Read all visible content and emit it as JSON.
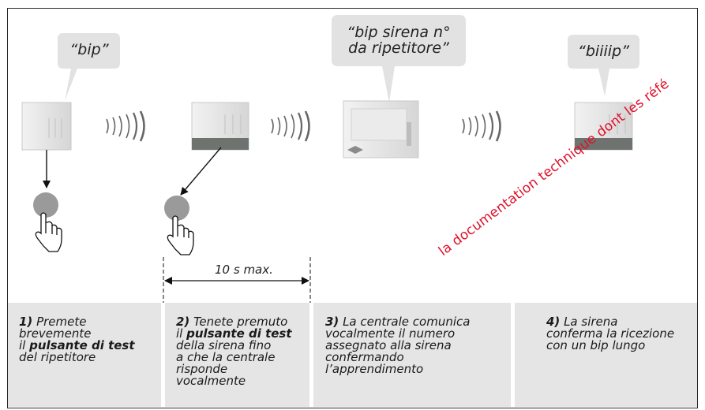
{
  "bubbles": [
    {
      "lines": [
        "“bip”"
      ]
    },
    {
      "lines": [
        "“bip sirena n°",
        "da ripetitore”"
      ]
    },
    {
      "lines": [
        "“biiiip”"
      ]
    }
  ],
  "timing_label": "10 s max.",
  "steps": [
    {
      "number": "1)",
      "lines": [
        "Premete",
        "brevemente",
        "il",
        "pulsante di test",
        "del ripetitore"
      ]
    },
    {
      "number": "2)",
      "lines": [
        "Tenete premuto",
        "il",
        "pulsante di test",
        "della sirena fino",
        "a che la centrale",
        "risponde",
        "vocalmente"
      ]
    },
    {
      "number": "3)",
      "lines": [
        "La centrale comunica",
        "vocalmente il numero",
        "assegnato alla sirena",
        "confermando",
        "l’apprendimento"
      ]
    },
    {
      "number": "4)",
      "lines": [
        "La sirena",
        "conferma la ricezione",
        "con un bip lungo"
      ]
    }
  ],
  "watermark": "la documentation technique dont les réfé",
  "colors": {
    "panel": "#e5e5e5",
    "button": "#9a9a9a",
    "watermark": "#e0102a",
    "bubble": "#e2e2e2"
  }
}
